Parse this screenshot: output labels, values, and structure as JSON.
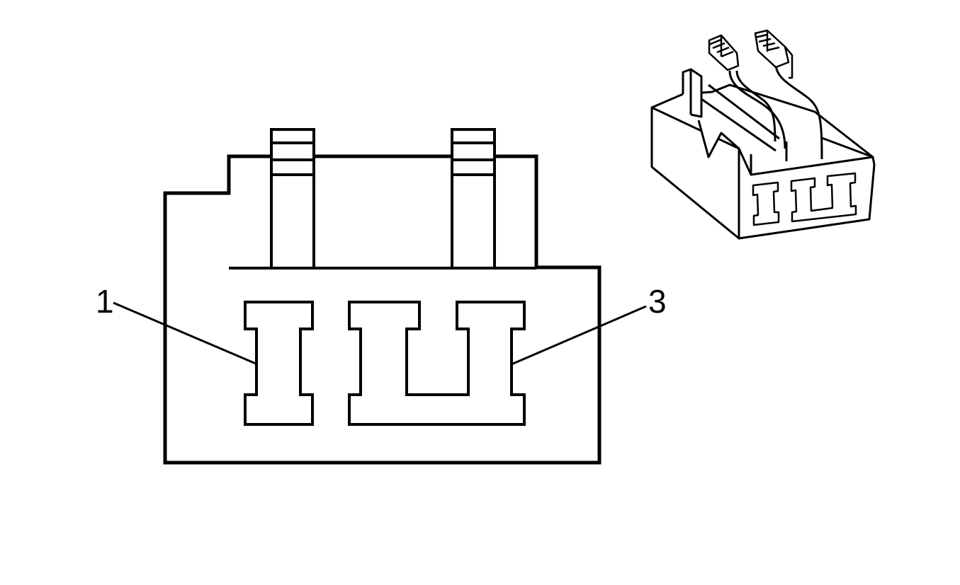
{
  "diagram": {
    "colors": {
      "stroke": "#000000",
      "fill": "#ffffff",
      "background": "#ffffff"
    },
    "callouts": [
      {
        "id": "pin-1",
        "label": "1"
      },
      {
        "id": "pin-3",
        "label": "3"
      }
    ]
  }
}
